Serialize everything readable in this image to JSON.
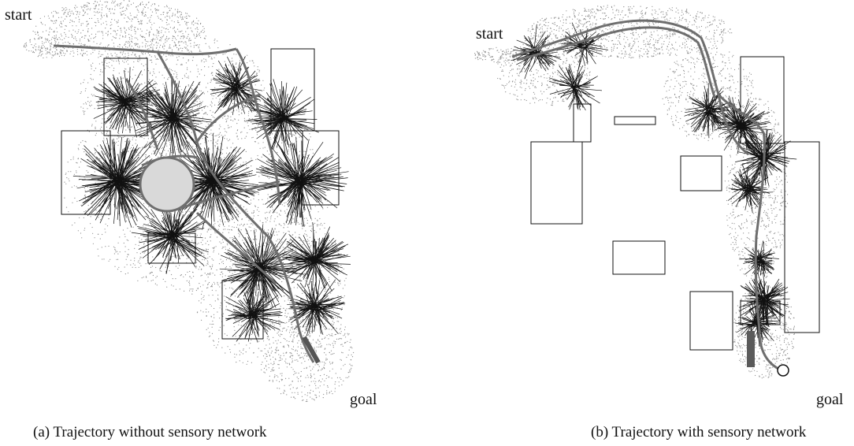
{
  "panels": [
    {
      "start_label": "start",
      "goal_label": "goal",
      "caption": "(a)   Trajectory without sensory network"
    },
    {
      "start_label": "start",
      "goal_label": "goal",
      "caption": "(b) Trajectory with  sensory network"
    }
  ],
  "colors": {
    "ink": "#111111",
    "stipple": "#8a8a8a",
    "path": "#6e6e6e"
  }
}
